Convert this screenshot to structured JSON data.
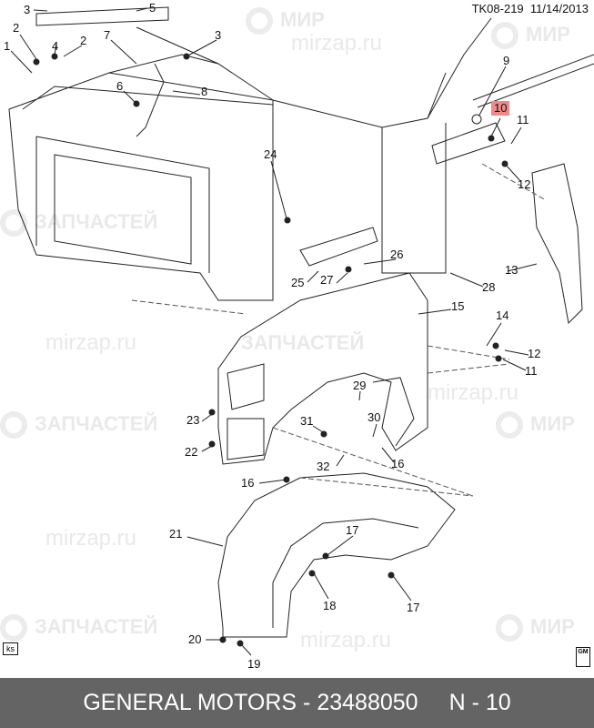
{
  "header": {
    "code": "TK08-219",
    "date": "11/14/2013"
  },
  "watermark": {
    "line1": "МИР",
    "line2": "ЗАПЧАСТЕЙ",
    "url": "mirzap.ru"
  },
  "callouts": [
    "3",
    "5",
    "2",
    "1",
    "4",
    "2",
    "7",
    "3",
    "6",
    "8",
    "9",
    "10",
    "11",
    "12",
    "24",
    "13",
    "28",
    "26",
    "27",
    "25",
    "15",
    "14",
    "12",
    "11",
    "29",
    "23",
    "30",
    "31",
    "22",
    "32",
    "16",
    "16",
    "21",
    "17",
    "18",
    "17",
    "20",
    "19"
  ],
  "highlighted_callout": "10",
  "highlight_color": "#f08a8a",
  "footer_tag": "ks",
  "logo": "GM",
  "bottom_bar": {
    "title": "GENERAL MOTORS - 23488050",
    "page": "N - 10"
  }
}
